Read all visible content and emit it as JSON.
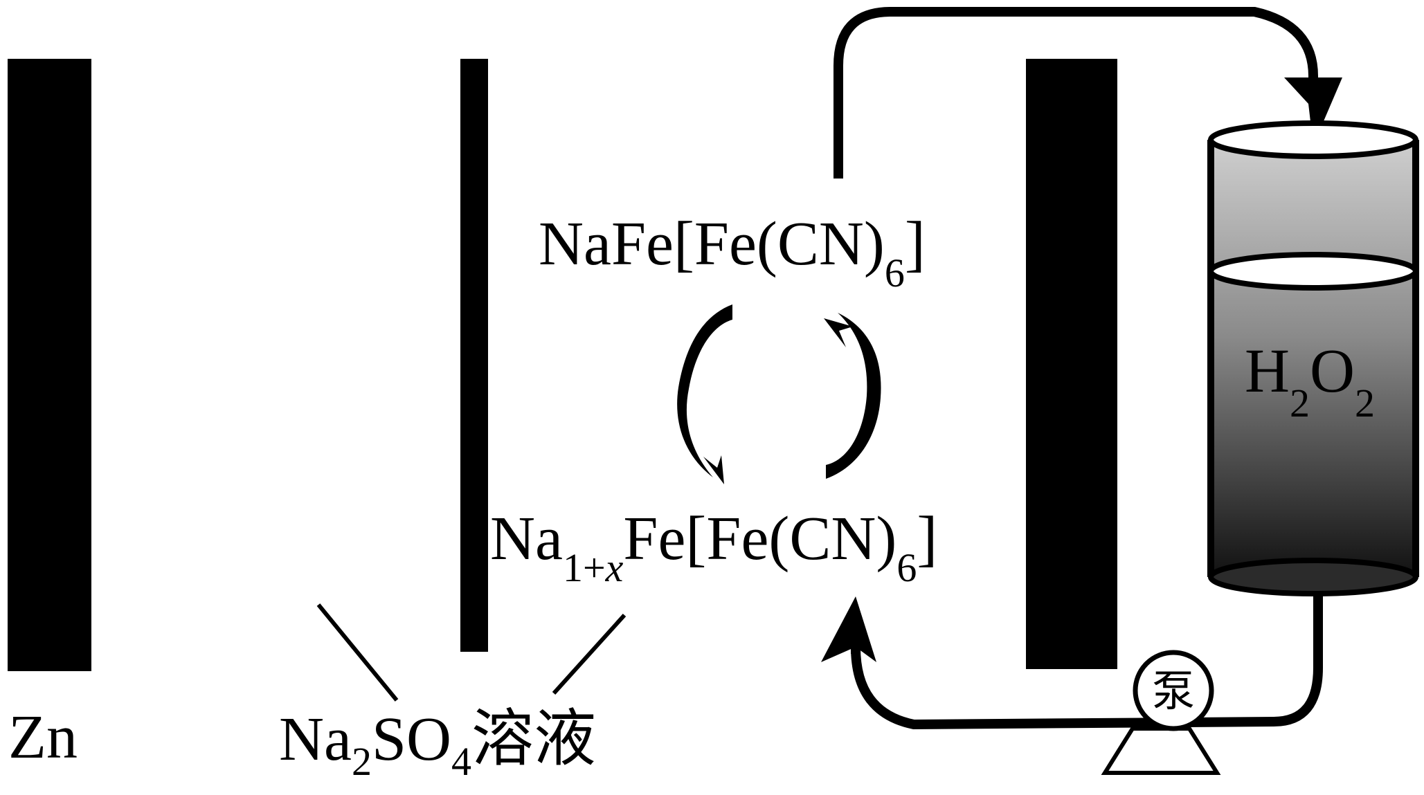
{
  "labels": {
    "zn": "Zn",
    "electrolyte": {
      "a": "Na",
      "s1": "2",
      "b": "SO",
      "s2": "4",
      "c": "溶液"
    },
    "oxidized": {
      "a": "NaFe[Fe(CN)",
      "s": "6",
      "b": "]"
    },
    "reduced": {
      "a": "Na",
      "s1": "1+",
      "x": "x",
      "b": "Fe[Fe(CN)",
      "s2": "6",
      "c": "]"
    },
    "tank": {
      "a": "H",
      "s1": "2",
      "b": "O",
      "s2": "2"
    },
    "pump": "泵"
  },
  "colors": {
    "ink": "#000000",
    "tank_top": "#d8d8d8",
    "tank_bottom": "#1a1a1a"
  }
}
